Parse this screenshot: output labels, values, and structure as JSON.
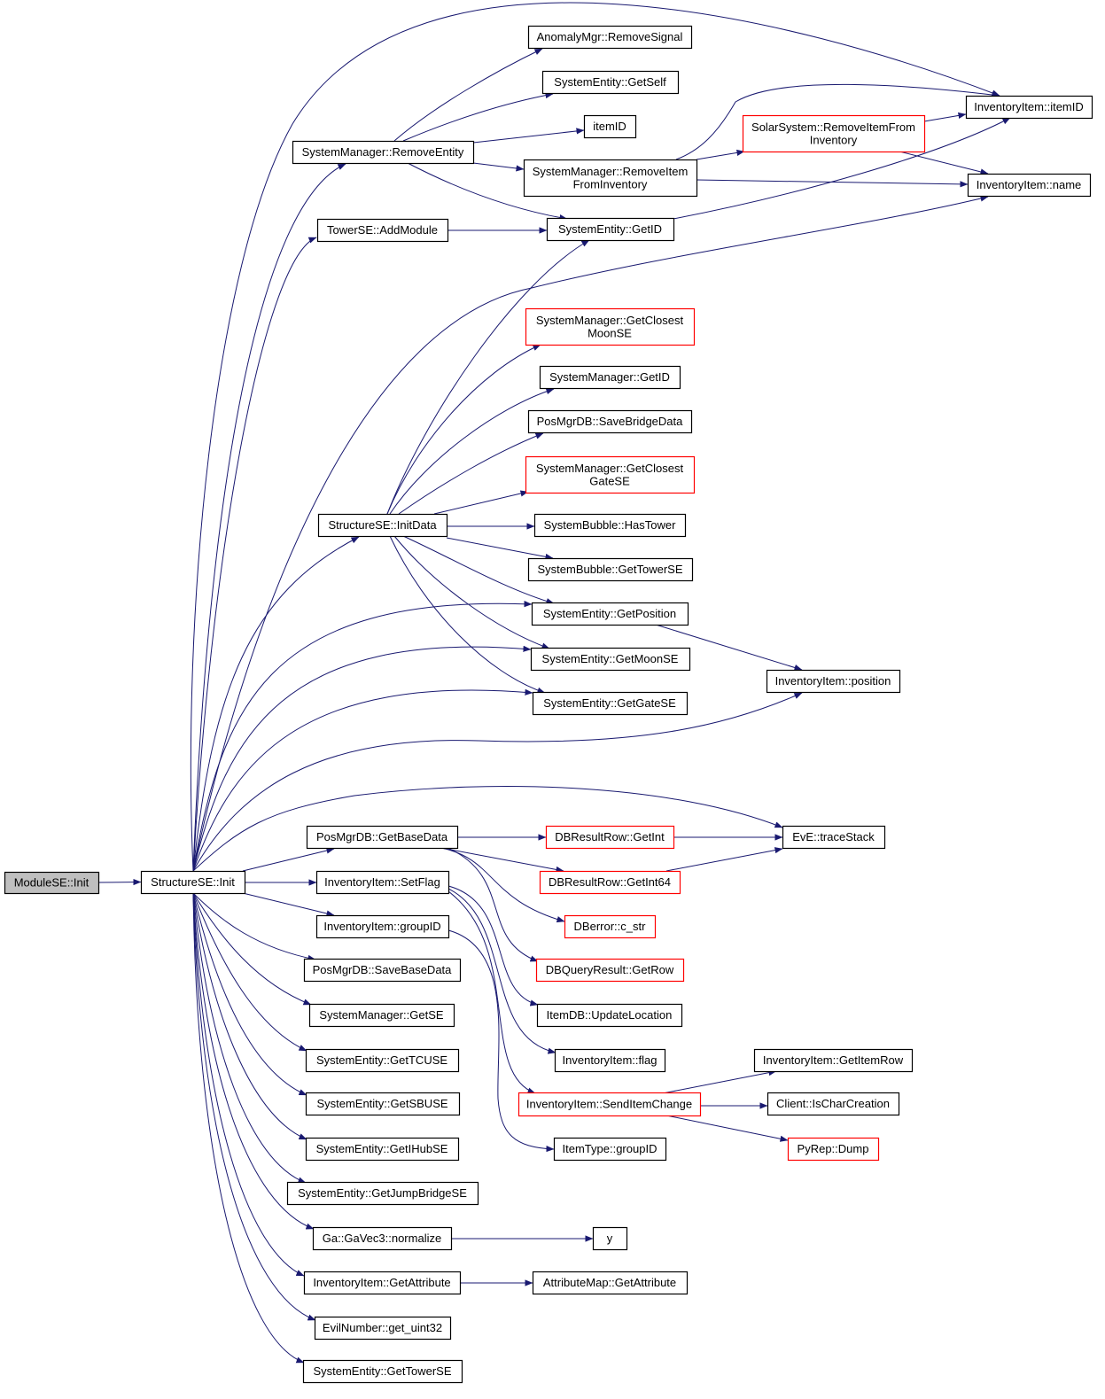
{
  "colors": {
    "edge": "#191970",
    "node_border": "#000000",
    "node_fill": "#ffffff",
    "root_fill": "#bfbfbf",
    "truncated_border": "#ff0000"
  },
  "nodes": [
    {
      "id": "modulese_init",
      "lines": [
        "ModuleSE::Init"
      ],
      "root": true
    },
    {
      "id": "structurese_init",
      "lines": [
        "StructureSE::Init"
      ]
    },
    {
      "id": "anomalymgr_removesignal",
      "lines": [
        "AnomalyMgr::RemoveSignal"
      ]
    },
    {
      "id": "systementity_getself",
      "lines": [
        "SystemEntity::GetSelf"
      ]
    },
    {
      "id": "itemid",
      "lines": [
        "itemID"
      ]
    },
    {
      "id": "systemmanager_removeentity",
      "lines": [
        "SystemManager::RemoveEntity"
      ]
    },
    {
      "id": "solarsystem_removeitemfrominventory",
      "lines": [
        "SolarSystem::RemoveItemFrom",
        "Inventory"
      ],
      "truncated": true
    },
    {
      "id": "inventoryitem_itemid",
      "lines": [
        "InventoryItem::itemID"
      ]
    },
    {
      "id": "systemmanager_removeitemfrominventory",
      "lines": [
        "SystemManager::RemoveItem",
        "FromInventory"
      ]
    },
    {
      "id": "inventoryitem_name",
      "lines": [
        "InventoryItem::name"
      ]
    },
    {
      "id": "towerse_addmodule",
      "lines": [
        "TowerSE::AddModule"
      ]
    },
    {
      "id": "systementity_getid",
      "lines": [
        "SystemEntity::GetID"
      ]
    },
    {
      "id": "systemmanager_getclosestmoonse",
      "lines": [
        "SystemManager::GetClosest",
        "MoonSE"
      ],
      "truncated": true
    },
    {
      "id": "systemmanager_getid",
      "lines": [
        "SystemManager::GetID"
      ]
    },
    {
      "id": "posmgrdb_savebridgedata",
      "lines": [
        "PosMgrDB::SaveBridgeData"
      ]
    },
    {
      "id": "systemmanager_getclosestgatese",
      "lines": [
        "SystemManager::GetClosest",
        "GateSE"
      ],
      "truncated": true
    },
    {
      "id": "structurese_initdata",
      "lines": [
        "StructureSE::InitData"
      ]
    },
    {
      "id": "systembubble_hastower",
      "lines": [
        "SystemBubble::HasTower"
      ]
    },
    {
      "id": "systembubble_gettowerse",
      "lines": [
        "SystemBubble::GetTowerSE"
      ]
    },
    {
      "id": "systementity_getposition",
      "lines": [
        "SystemEntity::GetPosition"
      ]
    },
    {
      "id": "systementity_getmoonse",
      "lines": [
        "SystemEntity::GetMoonSE"
      ]
    },
    {
      "id": "inventoryitem_position",
      "lines": [
        "InventoryItem::position"
      ]
    },
    {
      "id": "systementity_getgatese",
      "lines": [
        "SystemEntity::GetGateSE"
      ]
    },
    {
      "id": "posmgrdb_getbasedata",
      "lines": [
        "PosMgrDB::GetBaseData"
      ]
    },
    {
      "id": "dbresultrow_getint",
      "lines": [
        "DBResultRow::GetInt"
      ],
      "truncated": true
    },
    {
      "id": "eve_tracestack",
      "lines": [
        "EvE::traceStack"
      ]
    },
    {
      "id": "dbresultrow_getint64",
      "lines": [
        "DBResultRow::GetInt64"
      ],
      "truncated": true
    },
    {
      "id": "inventoryitem_setflag",
      "lines": [
        "InventoryItem::SetFlag"
      ]
    },
    {
      "id": "inventoryitem_groupid",
      "lines": [
        "InventoryItem::groupID"
      ]
    },
    {
      "id": "dberror_c_str",
      "lines": [
        "DBerror::c_str"
      ],
      "truncated": true
    },
    {
      "id": "posmgrdb_savebasedata",
      "lines": [
        "PosMgrDB::SaveBaseData"
      ]
    },
    {
      "id": "dbqueryresult_getrow",
      "lines": [
        "DBQueryResult::GetRow"
      ],
      "truncated": true
    },
    {
      "id": "systemmanager_getse",
      "lines": [
        "SystemManager::GetSE"
      ]
    },
    {
      "id": "itemdb_updatelocation",
      "lines": [
        "ItemDB::UpdateLocation"
      ]
    },
    {
      "id": "systementity_gettcuse",
      "lines": [
        "SystemEntity::GetTCUSE"
      ]
    },
    {
      "id": "inventoryitem_flag",
      "lines": [
        "InventoryItem::flag"
      ]
    },
    {
      "id": "inventoryitem_getitemrow",
      "lines": [
        "InventoryItem::GetItemRow"
      ]
    },
    {
      "id": "systementity_getsbuse",
      "lines": [
        "SystemEntity::GetSBUSE"
      ]
    },
    {
      "id": "inventoryitem_senditemchange",
      "lines": [
        "InventoryItem::SendItemChange"
      ],
      "truncated": true
    },
    {
      "id": "client_ischarcreation",
      "lines": [
        "Client::IsCharCreation"
      ]
    },
    {
      "id": "systementity_getihubse",
      "lines": [
        "SystemEntity::GetIHubSE"
      ]
    },
    {
      "id": "itemtype_groupid",
      "lines": [
        "ItemType::groupID"
      ]
    },
    {
      "id": "pyrep_dump",
      "lines": [
        "PyRep::Dump"
      ],
      "truncated": true
    },
    {
      "id": "systementity_getjumpbridgese",
      "lines": [
        "SystemEntity::GetJumpBridgeSE"
      ]
    },
    {
      "id": "ga_gavec3_normalize",
      "lines": [
        "Ga::GaVec3::normalize"
      ]
    },
    {
      "id": "y",
      "lines": [
        "y"
      ]
    },
    {
      "id": "inventoryitem_getattribute",
      "lines": [
        "InventoryItem::GetAttribute"
      ]
    },
    {
      "id": "attributemap_getattribute",
      "lines": [
        "AttributeMap::GetAttribute"
      ]
    },
    {
      "id": "evilnumber_get_uint32",
      "lines": [
        "EvilNumber::get_uint32"
      ]
    },
    {
      "id": "systementity_gettowerse",
      "lines": [
        "SystemEntity::GetTowerSE"
      ]
    }
  ],
  "edges": [
    [
      "modulese_init",
      "structurese_init"
    ],
    [
      "structurese_init",
      "systemmanager_removeentity"
    ],
    [
      "structurese_init",
      "towerse_addmodule"
    ],
    [
      "structurese_init",
      "inventoryitem_itemid"
    ],
    [
      "structurese_init",
      "inventoryitem_name"
    ],
    [
      "structurese_init",
      "structurese_initdata"
    ],
    [
      "structurese_init",
      "systementity_getposition"
    ],
    [
      "structurese_init",
      "systementity_getmoonse"
    ],
    [
      "structurese_init",
      "systementity_getgatese"
    ],
    [
      "structurese_init",
      "inventoryitem_position"
    ],
    [
      "structurese_init",
      "eve_tracestack"
    ],
    [
      "structurese_init",
      "posmgrdb_getbasedata"
    ],
    [
      "structurese_init",
      "inventoryitem_setflag"
    ],
    [
      "structurese_init",
      "inventoryitem_groupid"
    ],
    [
      "structurese_init",
      "posmgrdb_savebasedata"
    ],
    [
      "structurese_init",
      "systemmanager_getse"
    ],
    [
      "structurese_init",
      "systementity_gettcuse"
    ],
    [
      "structurese_init",
      "systementity_getsbuse"
    ],
    [
      "structurese_init",
      "systementity_getihubse"
    ],
    [
      "structurese_init",
      "systementity_getjumpbridgese"
    ],
    [
      "structurese_init",
      "ga_gavec3_normalize"
    ],
    [
      "structurese_init",
      "inventoryitem_getattribute"
    ],
    [
      "structurese_init",
      "evilnumber_get_uint32"
    ],
    [
      "structurese_init",
      "systementity_gettowerse"
    ],
    [
      "systemmanager_removeentity",
      "anomalymgr_removesignal"
    ],
    [
      "systemmanager_removeentity",
      "systementity_getself"
    ],
    [
      "systemmanager_removeentity",
      "itemid"
    ],
    [
      "systemmanager_removeentity",
      "systemmanager_removeitemfrominventory"
    ],
    [
      "systemmanager_removeentity",
      "systementity_getid"
    ],
    [
      "systemmanager_removeitemfrominventory",
      "solarsystem_removeitemfrominventory"
    ],
    [
      "systemmanager_removeitemfrominventory",
      "inventoryitem_itemid"
    ],
    [
      "systemmanager_removeitemfrominventory",
      "inventoryitem_name"
    ],
    [
      "solarsystem_removeitemfrominventory",
      "inventoryitem_itemid"
    ],
    [
      "solarsystem_removeitemfrominventory",
      "inventoryitem_name"
    ],
    [
      "towerse_addmodule",
      "systementity_getid"
    ],
    [
      "systementity_getid",
      "inventoryitem_itemid"
    ],
    [
      "structurese_initdata",
      "systementity_getid"
    ],
    [
      "structurese_initdata",
      "systemmanager_getclosestmoonse"
    ],
    [
      "structurese_initdata",
      "systemmanager_getid"
    ],
    [
      "structurese_initdata",
      "posmgrdb_savebridgedata"
    ],
    [
      "structurese_initdata",
      "systemmanager_getclosestgatese"
    ],
    [
      "structurese_initdata",
      "systembubble_hastower"
    ],
    [
      "structurese_initdata",
      "systembubble_gettowerse"
    ],
    [
      "structurese_initdata",
      "systementity_getposition"
    ],
    [
      "structurese_initdata",
      "systementity_getmoonse"
    ],
    [
      "structurese_initdata",
      "systementity_getgatese"
    ],
    [
      "systementity_getposition",
      "inventoryitem_position"
    ],
    [
      "posmgrdb_getbasedata",
      "dbresultrow_getint"
    ],
    [
      "posmgrdb_getbasedata",
      "dbresultrow_getint64"
    ],
    [
      "posmgrdb_getbasedata",
      "dberror_c_str"
    ],
    [
      "posmgrdb_getbasedata",
      "dbqueryresult_getrow"
    ],
    [
      "dbresultrow_getint",
      "eve_tracestack"
    ],
    [
      "dbresultrow_getint64",
      "eve_tracestack"
    ],
    [
      "inventoryitem_setflag",
      "itemdb_updatelocation"
    ],
    [
      "inventoryitem_setflag",
      "inventoryitem_flag"
    ],
    [
      "inventoryitem_setflag",
      "inventoryitem_senditemchange"
    ],
    [
      "inventoryitem_groupid",
      "itemtype_groupid"
    ],
    [
      "inventoryitem_senditemchange",
      "inventoryitem_getitemrow"
    ],
    [
      "inventoryitem_senditemchange",
      "client_ischarcreation"
    ],
    [
      "inventoryitem_senditemchange",
      "pyrep_dump"
    ],
    [
      "ga_gavec3_normalize",
      "y"
    ],
    [
      "inventoryitem_getattribute",
      "attributemap_getattribute"
    ]
  ]
}
